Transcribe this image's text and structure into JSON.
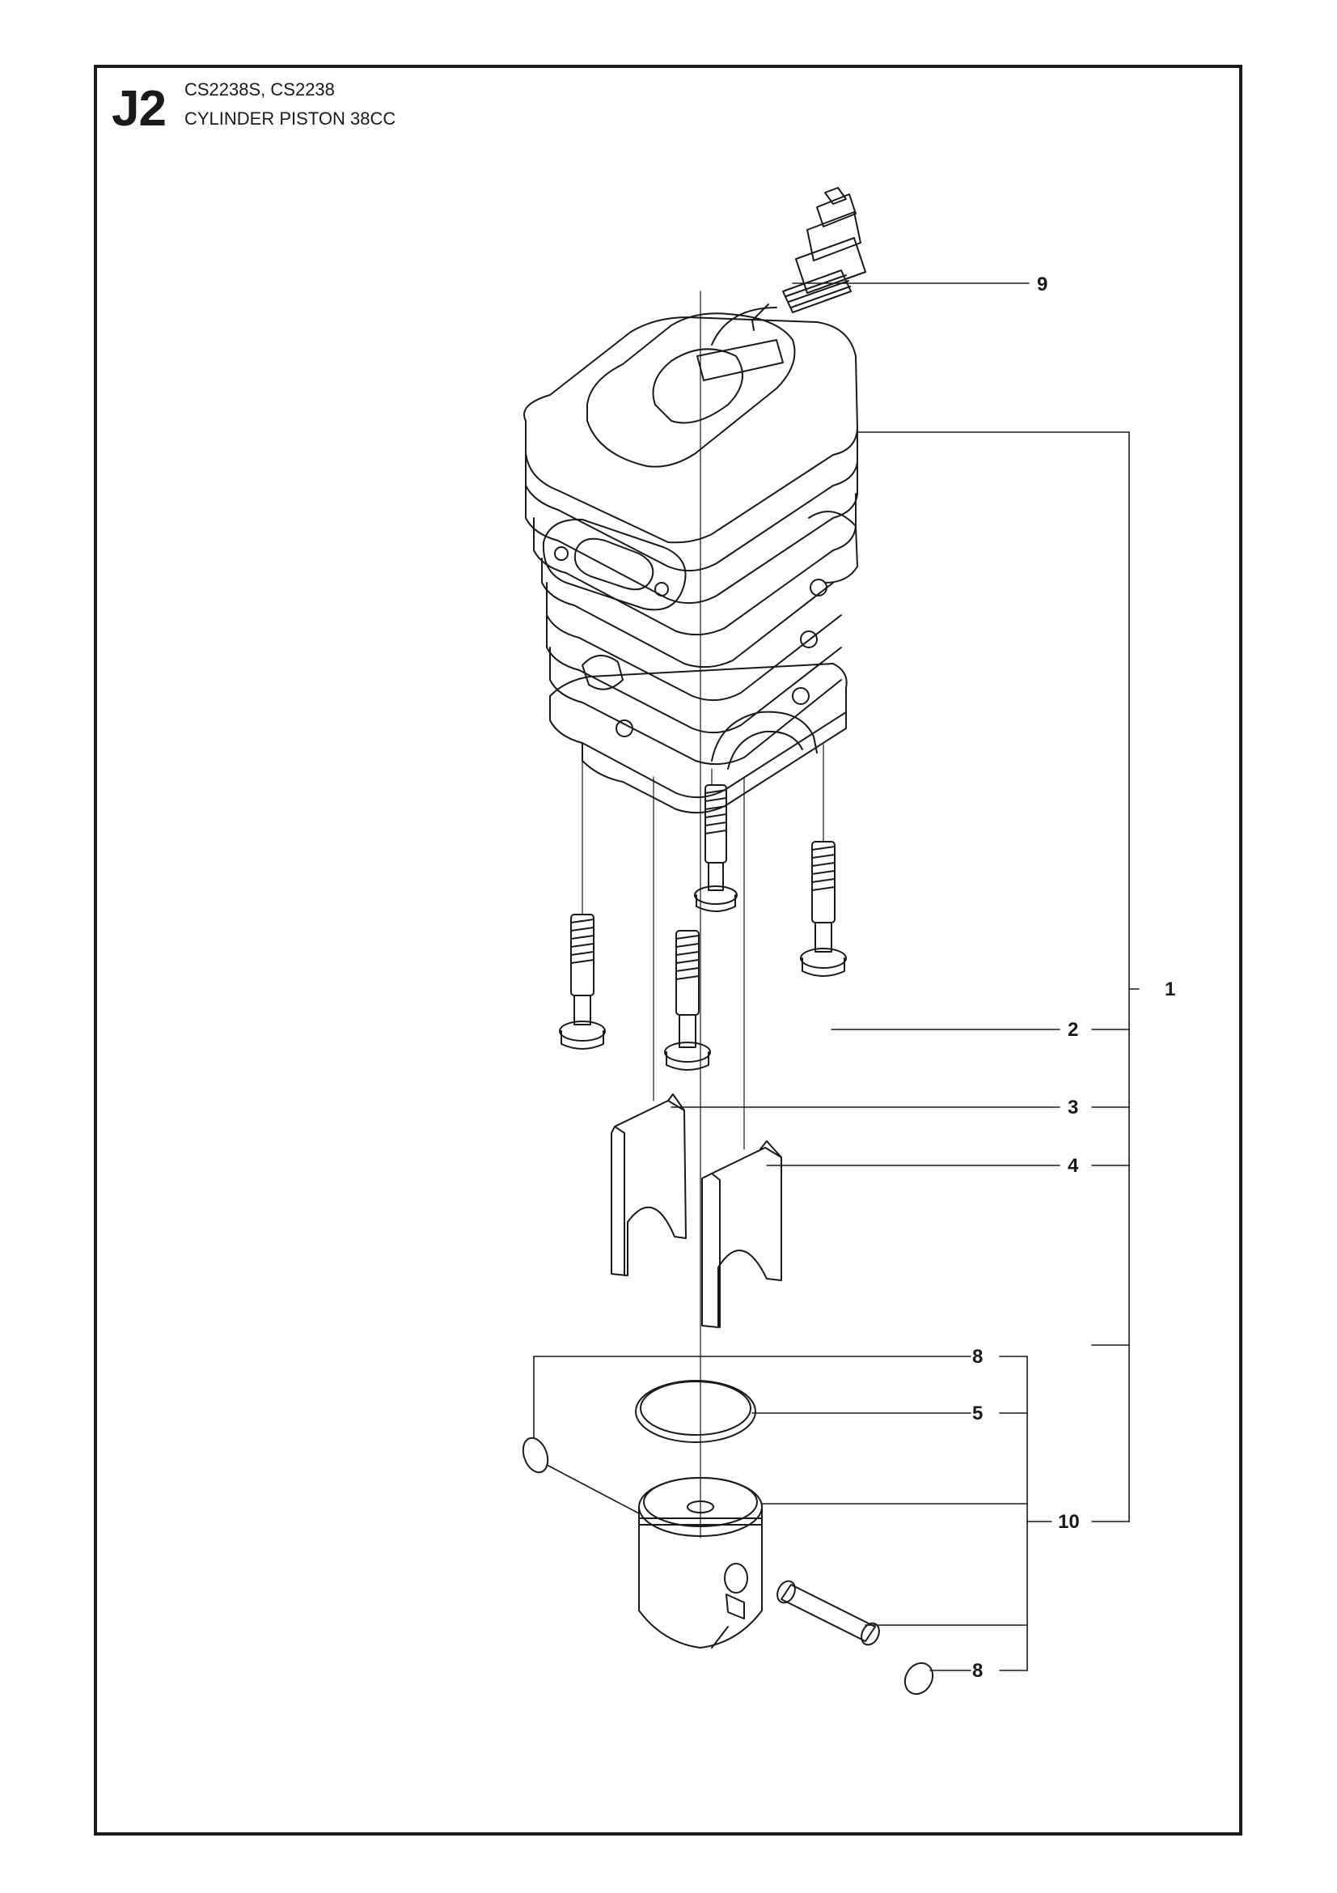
{
  "header": {
    "section_code": "J2",
    "models": "CS2238S, CS2238",
    "title": "CYLINDER PISTON 38CC"
  },
  "callouts": [
    {
      "id": "spark-plug",
      "label": "9"
    },
    {
      "id": "cylinder-assembly",
      "label": "1"
    },
    {
      "id": "cylinder-bolt",
      "label": "2"
    },
    {
      "id": "gasket-left",
      "label": "3"
    },
    {
      "id": "gasket-right",
      "label": "4"
    },
    {
      "id": "circlip-top",
      "label": "8"
    },
    {
      "id": "piston-ring",
      "label": "5"
    },
    {
      "id": "piston-kit",
      "label": "10"
    },
    {
      "id": "circlip-bottom",
      "label": "8"
    }
  ]
}
